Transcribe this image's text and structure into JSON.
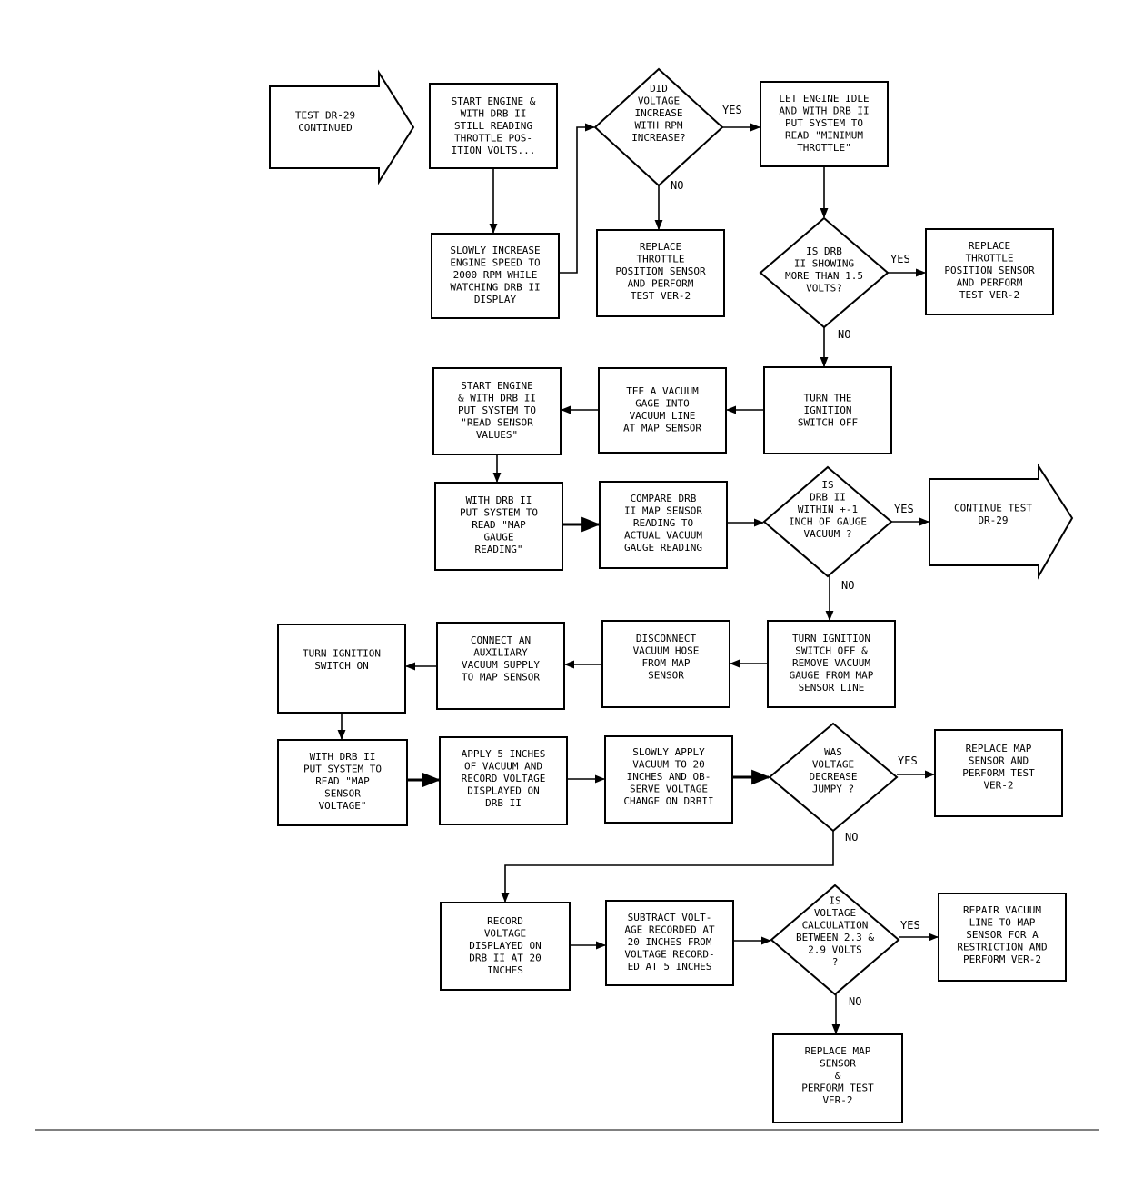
{
  "start": [
    "TEST DR-29",
    "CONTINUED"
  ],
  "boxes": {
    "b1": [
      "START ENGINE &",
      "WITH DRB II",
      "STILL READING",
      "THROTTLE POS-",
      "ITION VOLTS..."
    ],
    "b2": [
      "SLOWLY INCREASE",
      "ENGINE SPEED TO",
      "2000 RPM WHILE",
      "WATCHING DRB II",
      "DISPLAY"
    ],
    "b3": [
      "REPLACE",
      "THROTTLE",
      "POSITION SENSOR",
      "AND PERFORM",
      "TEST VER-2"
    ],
    "b4": [
      "LET ENGINE IDLE",
      "AND WITH DRB II",
      "PUT SYSTEM TO",
      "READ \"MINIMUM",
      "THROTTLE\""
    ],
    "b5": [
      "REPLACE",
      "THROTTLE",
      "POSITION SENSOR",
      "AND PERFORM",
      "TEST VER-2"
    ],
    "b6": [
      "TURN THE",
      "IGNITION",
      "SWITCH OFF"
    ],
    "b7": [
      "TEE A VACUUM",
      "GAGE INTO",
      "VACUUM LINE",
      "AT MAP SENSOR"
    ],
    "b8": [
      "START ENGINE",
      "& WITH DRB II",
      "PUT SYSTEM TO",
      "\"READ SENSOR",
      "VALUES\""
    ],
    "b9": [
      "WITH DRB II",
      "PUT SYSTEM TO",
      "READ \"MAP",
      "GAUGE",
      "READING\""
    ],
    "b10": [
      "COMPARE DRB",
      "II MAP SENSOR",
      "READING TO",
      "ACTUAL VACUUM",
      "GAUGE READING"
    ],
    "b11": [
      "TURN IGNITION",
      "SWITCH OFF &",
      "REMOVE VACUUM",
      "GAUGE FROM MAP",
      "SENSOR LINE"
    ],
    "b12": [
      "DISCONNECT",
      "VACUUM HOSE",
      "FROM MAP",
      "SENSOR"
    ],
    "b13": [
      "CONNECT AN",
      "AUXILIARY",
      "VACUUM SUPPLY",
      "TO MAP SENSOR"
    ],
    "b14": [
      "TURN IGNITION",
      "SWITCH ON"
    ],
    "b15": [
      "WITH DRB II",
      "PUT SYSTEM TO",
      "READ \"MAP",
      "SENSOR",
      "VOLTAGE\""
    ],
    "b16": [
      "APPLY 5 INCHES",
      "OF VACUUM AND",
      "RECORD VOLTAGE",
      "DISPLAYED ON",
      "DRB II"
    ],
    "b17": [
      "SLOWLY APPLY",
      "VACUUM TO 20",
      "INCHES AND OB-",
      "SERVE VOLTAGE",
      "CHANGE ON DRBII"
    ],
    "b18": [
      "REPLACE MAP",
      "SENSOR AND",
      "PERFORM TEST",
      "VER-2"
    ],
    "b19": [
      "RECORD",
      "VOLTAGE",
      "DISPLAYED ON",
      "DRB II AT 20",
      "INCHES"
    ],
    "b20": [
      "SUBTRACT VOLT-",
      "AGE RECORDED AT",
      "20 INCHES FROM",
      "VOLTAGE RECORD-",
      "ED AT 5 INCHES"
    ],
    "b21": [
      "REPAIR VACUUM",
      "LINE TO MAP",
      "SENSOR FOR A",
      "RESTRICTION AND",
      "PERFORM VER-2"
    ],
    "b22": [
      "REPLACE MAP",
      "SENSOR",
      "&",
      "PERFORM TEST",
      "VER-2"
    ]
  },
  "decisions": {
    "d1": [
      "DID",
      "VOLTAGE",
      "INCREASE",
      "WITH RPM",
      "INCREASE?"
    ],
    "d2": [
      "IS DRB",
      "II SHOWING",
      "MORE THAN 1.5",
      "VOLTS?"
    ],
    "d3": [
      "IS",
      "DRB II",
      "WITHIN +-1",
      "INCH OF GAUGE",
      "VACUUM ?"
    ],
    "d4": [
      "WAS",
      "VOLTAGE",
      "DECREASE",
      "JUMPY ?"
    ],
    "d5": [
      "IS",
      "VOLTAGE",
      "CALCULATION",
      "BETWEEN 2.3 &",
      "2.9 VOLTS",
      "?"
    ]
  },
  "continue": [
    "CONTINUE TEST",
    "DR-29"
  ],
  "labels": {
    "yes": "YES",
    "no": "NO"
  }
}
